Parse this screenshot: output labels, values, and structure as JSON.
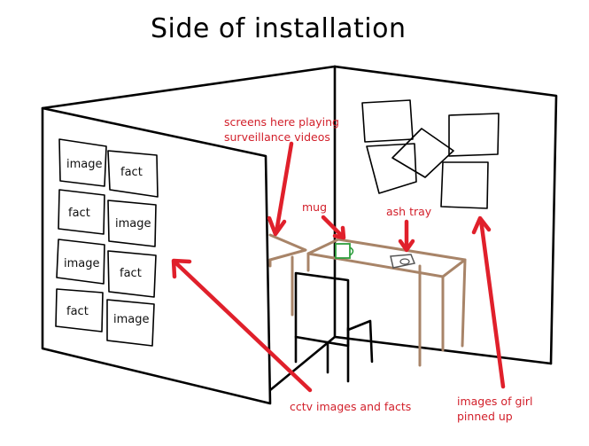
{
  "title": "Side of installation",
  "wall_labels": [
    "image",
    "fact",
    "fact",
    "image",
    "image",
    "fact",
    "fact",
    "image"
  ],
  "annotations": {
    "screens": [
      "screens here playing",
      "surveillance videos"
    ],
    "mug": "mug",
    "ash_tray": "ash tray",
    "cctv": "cctv images and facts",
    "girl": [
      "images of girl",
      "pinned up"
    ]
  },
  "colors": {
    "ink": "#000000",
    "annotation": "#e0202b",
    "furniture": "#a88468",
    "mug": "#2e9e3e"
  }
}
